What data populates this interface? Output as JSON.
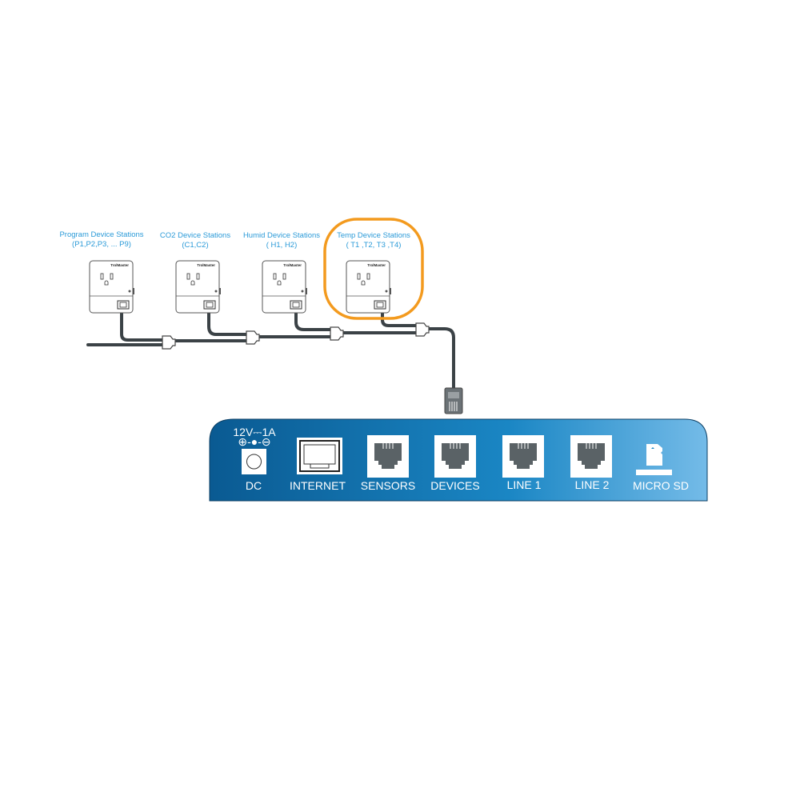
{
  "stations": [
    {
      "title": "Program Device Stations",
      "ids": "(P1,P2,P3, ... P9)",
      "brand": "TrolMaster"
    },
    {
      "title": "CO2 Device Stations",
      "ids": "(C1,C2)",
      "brand": "TrolMaster"
    },
    {
      "title": "Humid Device Stations",
      "ids": "( H1, H2)",
      "brand": "TrolMaster"
    },
    {
      "title": "Temp Device Stations",
      "ids": "( T1 ,T2, T3 ,T4)",
      "brand": "TrolMaster"
    }
  ],
  "highlight": {
    "target": "Temp Device Stations",
    "color": "#f39a1e"
  },
  "hub": {
    "power_rating": "12V⎓1A",
    "polarity": "⊕-●-⊖",
    "ports": [
      "DC",
      "INTERNET",
      "SENSORS",
      "DEVICES",
      "LINE 1",
      "LINE 2",
      "MICRO SD"
    ],
    "colors": {
      "dark": "#0a5a92",
      "light": "#74bbe8"
    }
  },
  "colors": {
    "label": "#2a9ad8",
    "cable": "#3b4246"
  }
}
